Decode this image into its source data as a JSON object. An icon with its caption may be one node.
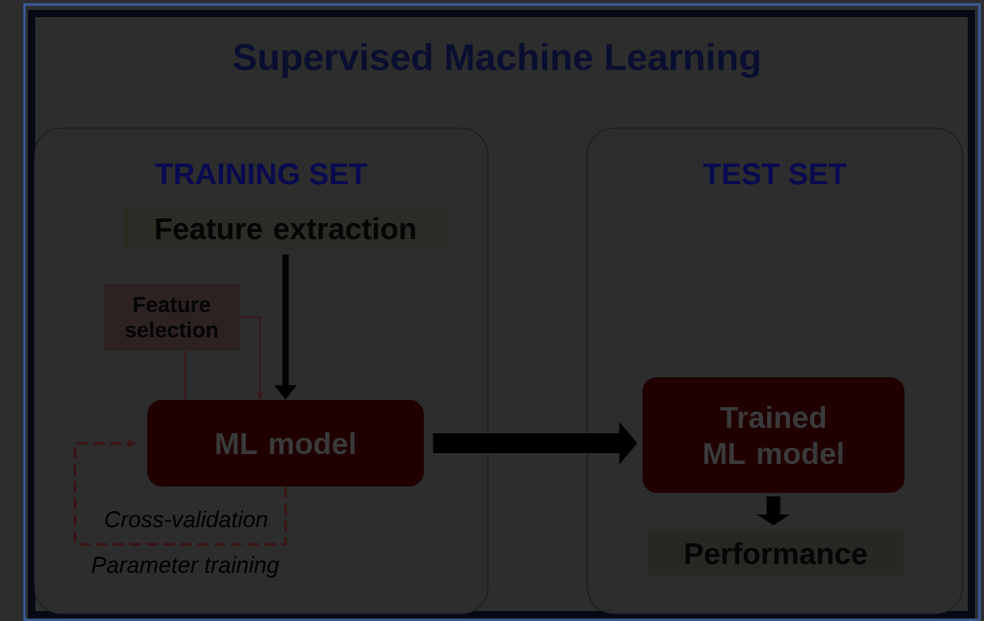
{
  "diagram": {
    "title": "Supervised Machine Learning",
    "nodes": [
      {
        "text": [
          "TRAINING SET"
        ]
      },
      {
        "text": [
          "TEST SET"
        ]
      },
      {
        "text": [
          "Feature extraction"
        ],
        "in": 0
      },
      {
        "text": [
          "Feature selection"
        ],
        "in": 0
      },
      {
        "text": [
          "ML model"
        ],
        "in": 0
      },
      {
        "text": [
          "Trained ML model"
        ],
        "in": 1
      },
      {
        "text": [
          "Performance"
        ],
        "in": 1
      }
    ],
    "edges": [
      {
        "from": 2,
        "to": 4,
        "arrow": "to",
        "style": "thick"
      },
      {
        "from": 3,
        "to": 4,
        "arrow": "to",
        "color": "#3a1414"
      },
      {
        "from": 3,
        "to": 4,
        "arrow": "none",
        "color": "#3a1414"
      },
      {
        "from": 4,
        "to": 4,
        "arrow": "to",
        "style": "dashed",
        "color": "#3a1414",
        "label": "Cross-validation"
      },
      {
        "from": 4,
        "to": 5,
        "arrow": "to",
        "style": "thick"
      },
      {
        "from": 5,
        "to": 6,
        "arrow": "to",
        "style": "thick"
      }
    ],
    "labels": [
      "Parameter training"
    ]
  }
}
